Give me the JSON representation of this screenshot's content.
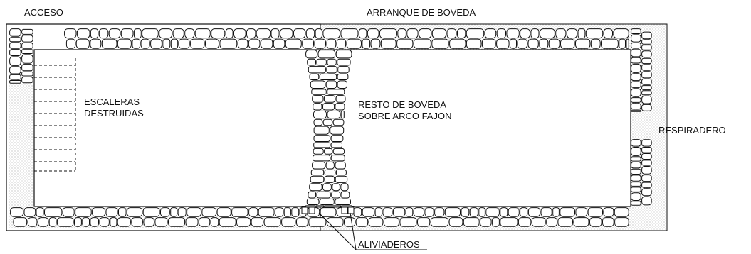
{
  "labels": {
    "acceso": "ACCESO",
    "arranque": "ARRANQUE DE BOVEDA",
    "escaleras_1": "ESCALERAS",
    "escaleras_2": "DESTRUIDAS",
    "resto_1": "RESTO DE BOVEDA",
    "resto_2": "SOBRE ARCO FAJON",
    "respiradero": "RESPIRADERO",
    "aliviaderos": "ALIVIADEROS"
  },
  "colors": {
    "line": "#111111",
    "stone_fill": "#ffffff",
    "stipple": "#9a9a9a",
    "background": "#ffffff"
  }
}
